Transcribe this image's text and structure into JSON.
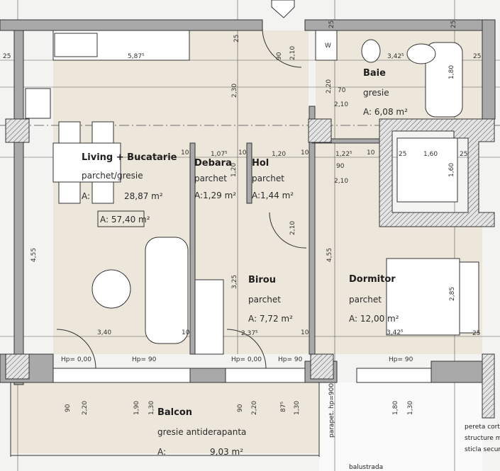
{
  "rooms": {
    "living": {
      "name": "Living + Bucatarie",
      "floor": "parchet/gresie",
      "area_prefix": "A:",
      "area": "28,87 m²",
      "total_area": "A: 57,40 m²"
    },
    "debara": {
      "name": "Debara",
      "floor": "parchet",
      "area": "A:1,29 m²"
    },
    "hol": {
      "name": "Hol",
      "floor": "parchet",
      "area": "A:1,44 m²"
    },
    "baie": {
      "name": "Baie",
      "floor": "gresie",
      "area": "A: 6,08 m²"
    },
    "birou": {
      "name": "Birou",
      "floor": "parchet",
      "area": "A: 7,72 m²"
    },
    "dormitor": {
      "name": "Dormitor",
      "floor": "parchet",
      "area": "A: 12,00 m²"
    },
    "balcon": {
      "name": "Balcon",
      "floor": "gresie antiderapanta",
      "area_prefix": "A:",
      "area": "9,03 m²"
    }
  },
  "dimensions": {
    "kitchen_len": "5,87⁵",
    "living_h": "2,30",
    "living_w": "3,40",
    "left_h": "4,55",
    "mid_h": "4,55",
    "birou_w": "2,37⁵",
    "birou_h": "3,25",
    "bed_w": "3,42⁵",
    "baie_w": "3,42⁵",
    "bed_h": "2,85",
    "shaft_w": "1,60",
    "shaft_h": "1,60",
    "bath_h": "1,80",
    "debara_w": "1,07⁵",
    "debara_h": "1,20",
    "hol_w": "1,20",
    "hol_door": "1,22⁵",
    "door_90": "90",
    "door_210": "2,10",
    "door_220": "2,20",
    "t25": "25",
    "t10": "10",
    "t70": "70",
    "hp_000": "Hp= 0,00",
    "hp_90": "Hp= 90",
    "b90": "90",
    "b220": "2,20",
    "b190": "1,90",
    "b130": "1,30",
    "b875": "87⁵",
    "b180": "1,80"
  },
  "notes": {
    "balustrada": "balustrada",
    "parapet": "parapet. hp=900",
    "curtain_1": "pereta cort",
    "curtain_2": "structure m",
    "curtain_3": "sticla secur",
    "wc_label": "W"
  }
}
